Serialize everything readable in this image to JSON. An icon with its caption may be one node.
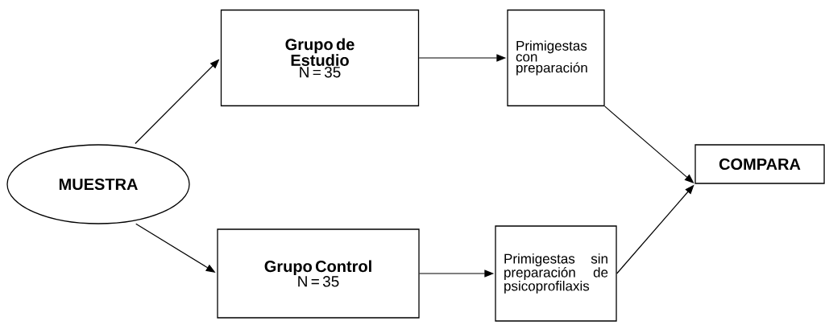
{
  "diagram": {
    "nodes": [
      {
        "text": [
          "MUESTRA"
        ]
      },
      {
        "text": [
          "Grupo de Estudio",
          "N = 35"
        ]
      },
      {
        "text": [
          "Primigestas con preparación"
        ]
      },
      {
        "text": [
          "Grupo Control",
          "N = 35"
        ]
      },
      {
        "text": [
          "Primigestas sin preparación de psicoprofilaxis"
        ]
      },
      {
        "text": [
          "COMPARA"
        ]
      }
    ],
    "edges": [
      {
        "from": 0,
        "to": 1,
        "arrow": "to"
      },
      {
        "from": 0,
        "to": 3,
        "arrow": "to"
      },
      {
        "from": 1,
        "to": 2,
        "arrow": "to"
      },
      {
        "from": 3,
        "to": 4,
        "arrow": "to"
      },
      {
        "from": 2,
        "to": 5,
        "arrow": "to"
      },
      {
        "from": 4,
        "to": 5,
        "arrow": "to"
      }
    ]
  }
}
